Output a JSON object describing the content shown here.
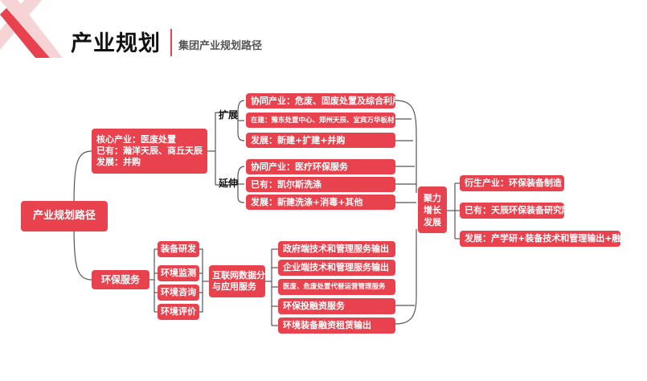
{
  "header": {
    "title": "产业规划",
    "subtitle": "集团产业规划路径"
  },
  "colors": {
    "accent": "#e8424e",
    "line": "#555555",
    "deco_light": "#f6d4d6"
  },
  "diagram": {
    "root": "产业规划路径",
    "core_industry": {
      "line1": "核心产业：医废处置",
      "line2": "已有：瀚洋天辰、商丘天辰",
      "line3": "发展：并购"
    },
    "expand_label": "扩展",
    "extend_label": "延伸",
    "expand_items": [
      "协同产业：危废、固废处置及综合利用",
      "在建：豫东处置中心、郑州天辰、宜宾万华板材",
      "发展：新建+扩建+并购"
    ],
    "extend_items": [
      "协同产业：医疗环保服务",
      "已有：凯尔斯洗涤",
      "发展：新建洗涤+消毒+其他"
    ],
    "env_service": "环保服务",
    "env_subitems": [
      "装备研发",
      "环境监测",
      "环境咨询",
      "环境评价"
    ],
    "internet": {
      "line1": "互联网数据分析",
      "line2": "与应用服务"
    },
    "outputs": [
      "政府端技术和管理服务输出",
      "企业端技术和管理服务输出",
      "医废、危废处置代替运营管理服务",
      "环保投融资服务",
      "环境装备融资租赁输出"
    ],
    "growth": {
      "line1": "聚力",
      "line2": "增长",
      "line3": "发展"
    },
    "growth_items": [
      "衍生产业：环保装备制造",
      "已有：天辰环保装备研究院",
      "发展：产学研+装备技术和管理输出+融资租赁"
    ]
  }
}
